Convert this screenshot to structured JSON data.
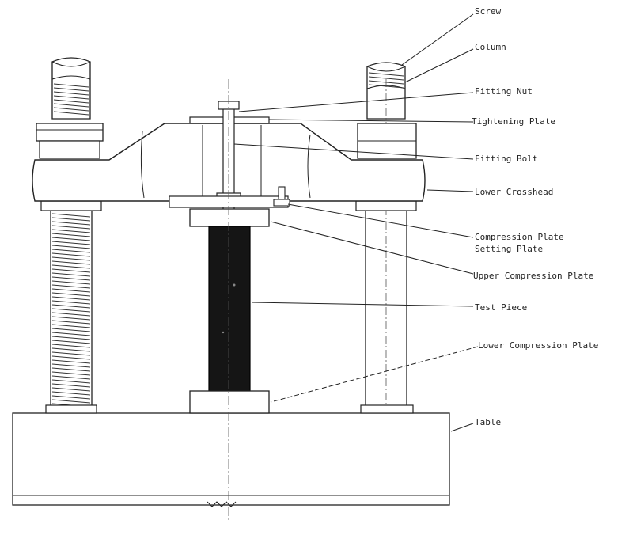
{
  "labels": {
    "screw": "Screw",
    "column": "Column",
    "fitting_nut": "Fitting Nut",
    "tightening_plate": "Tightening Plate",
    "fitting_bolt": "Fitting Bolt",
    "lower_crosshead": "Lower Crosshead",
    "compression_plate": "Compression Plate",
    "setting_plate": "Setting Plate",
    "upper_compression_plate": "Upper Compression Plate",
    "test_piece": "Test Piece",
    "lower_compression_plate": "Lower Compression Plate",
    "table": "Table"
  }
}
